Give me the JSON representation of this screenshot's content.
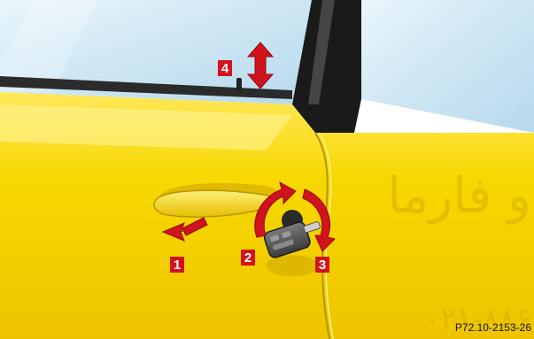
{
  "callouts": {
    "c1": "1",
    "c2": "2",
    "c3": "3",
    "c4": "4"
  },
  "reference_code": "P72.10-2153-26",
  "watermark": {
    "arabic_text": "و فارما",
    "phone_text": "۰۲۱-۸۸۶"
  },
  "colors": {
    "body_yellow": "#f6d800",
    "callout_red": "#d1131d",
    "arrow_red": "#d1131d",
    "glass_blue": "#cfe7f3",
    "pillar_black": "#1a1a1a"
  },
  "icons": {
    "key": "car-key-fob-icon",
    "handle": "door-handle-icon"
  }
}
